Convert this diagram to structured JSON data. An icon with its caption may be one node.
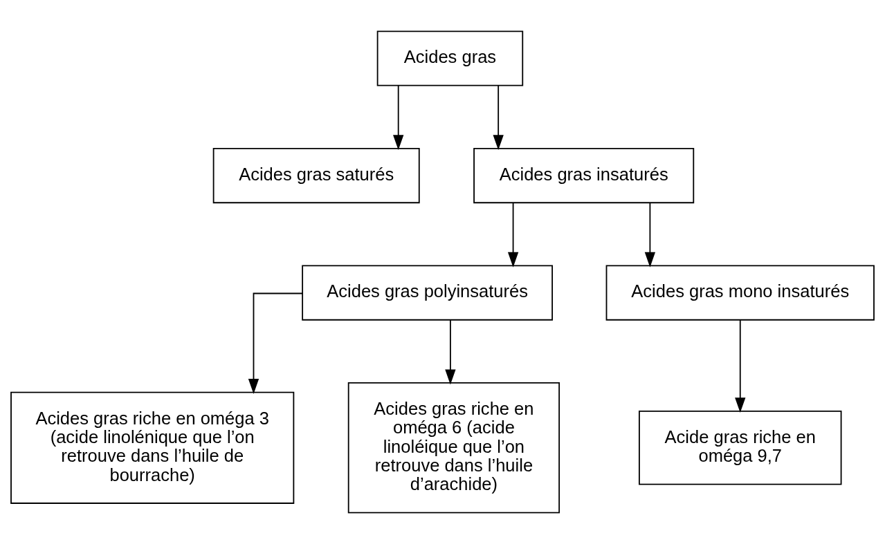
{
  "diagram": {
    "nodes": [
      {
        "text": [
          "Acides gras"
        ]
      },
      {
        "text": [
          "Acides gras saturés"
        ]
      },
      {
        "text": [
          "Acides gras insaturés"
        ]
      },
      {
        "text": [
          "Acides gras polyinsaturés"
        ]
      },
      {
        "text": [
          "Acides gras mono insaturés"
        ]
      },
      {
        "text": [
          "Acides gras riche en oméga 3 (acide linolénique que l’on retrouve dans l’huile de bourrache)"
        ]
      },
      {
        "text": [
          "Acides gras riche en oméga 6 (acide linoléique que l’on retrouve dans l’huile d’arachide)"
        ]
      },
      {
        "text": [
          "Acide gras riche en oméga 9,7"
        ]
      }
    ],
    "edges": [
      {
        "from": 0,
        "to": 1,
        "arrow": "to"
      },
      {
        "from": 0,
        "to": 2,
        "arrow": "to"
      },
      {
        "from": 2,
        "to": 3,
        "arrow": "to"
      },
      {
        "from": 2,
        "to": 4,
        "arrow": "to"
      },
      {
        "from": 3,
        "to": 5,
        "arrow": "to"
      },
      {
        "from": 3,
        "to": 6,
        "arrow": "to"
      },
      {
        "from": 4,
        "to": 7,
        "arrow": "to"
      }
    ]
  }
}
